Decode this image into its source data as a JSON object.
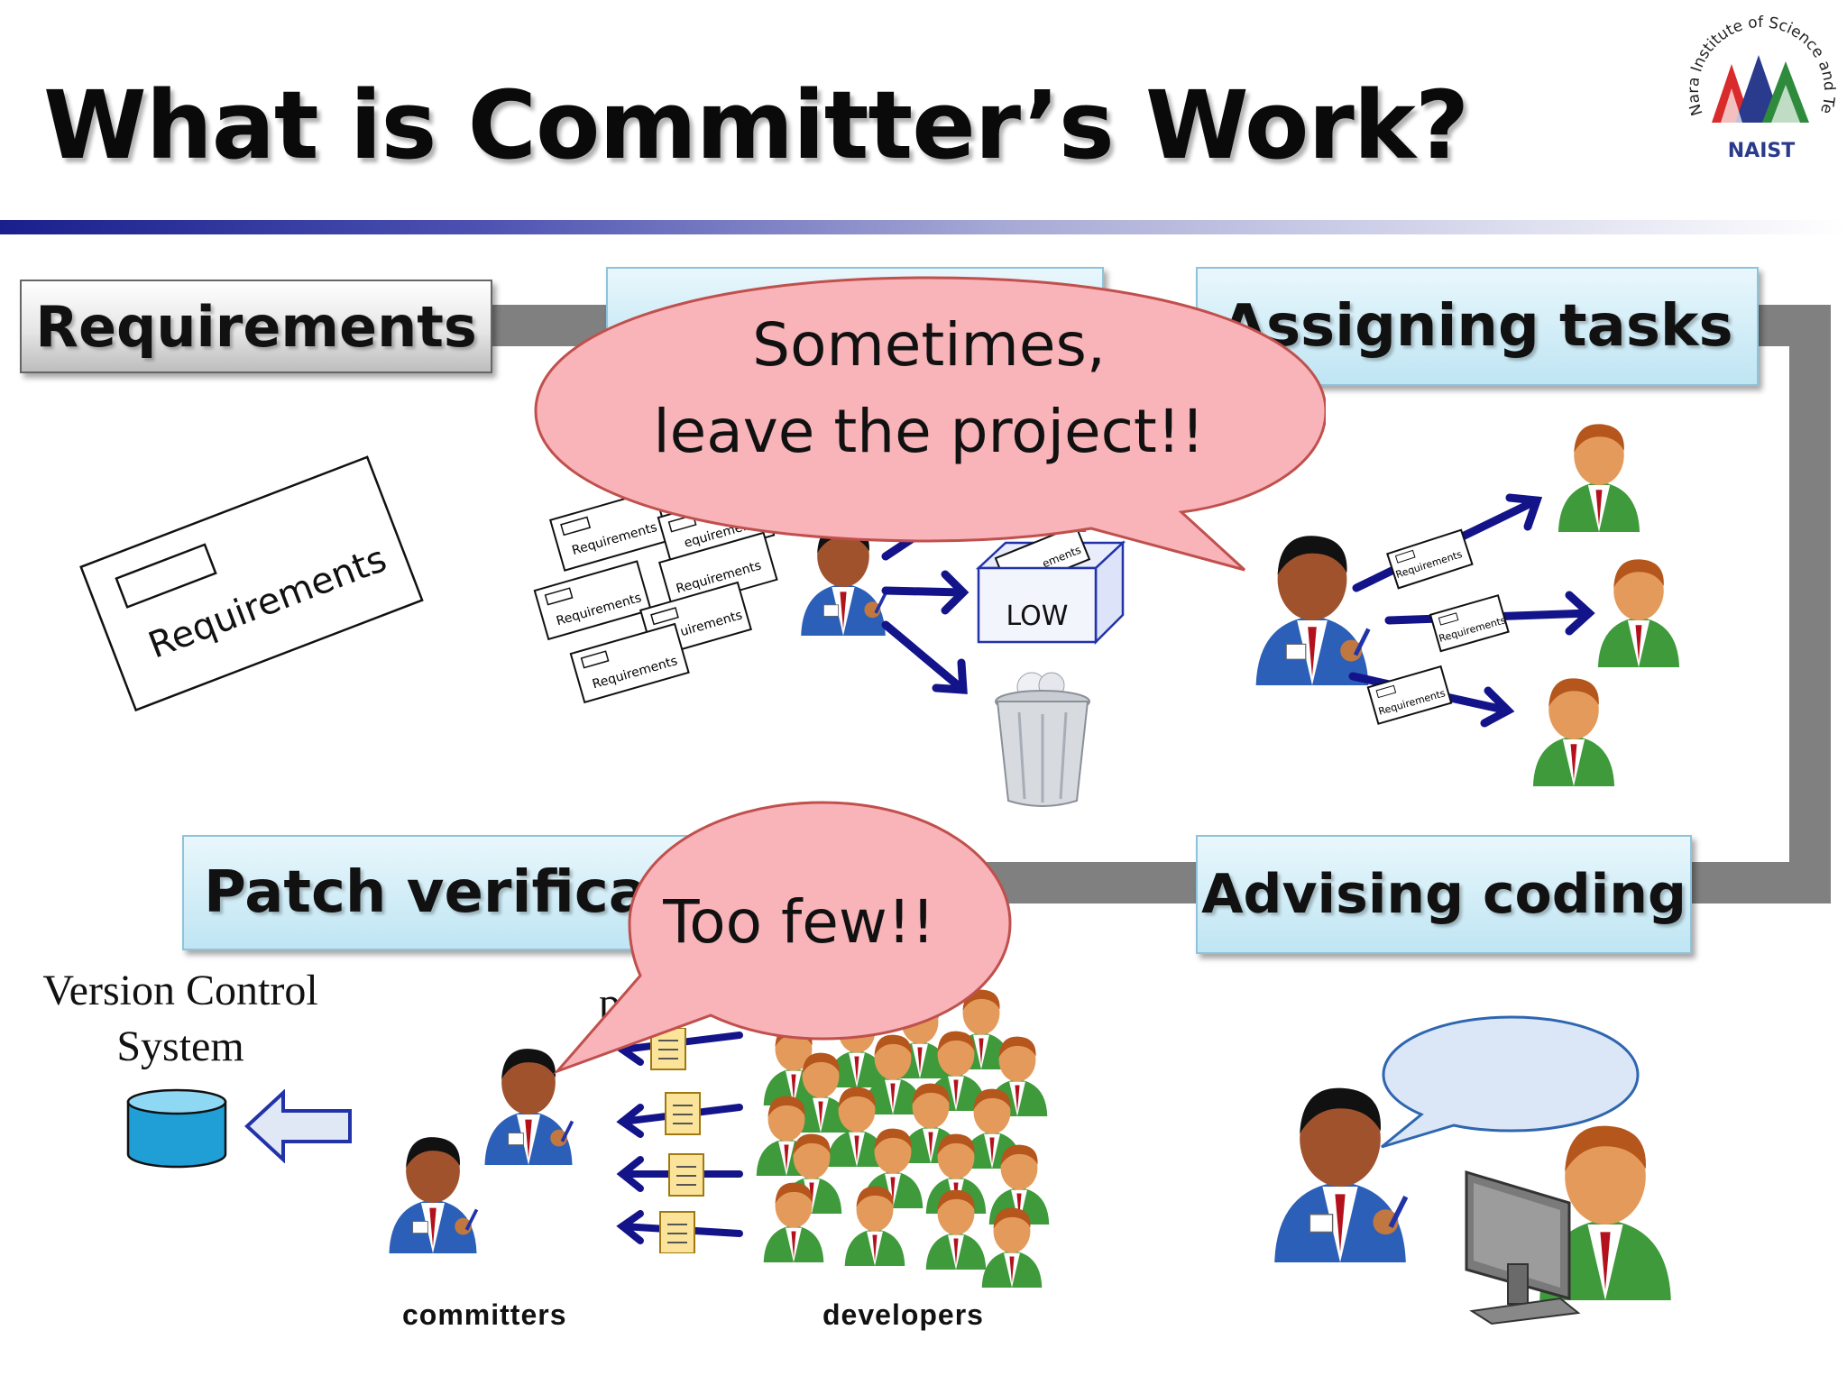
{
  "slide": {
    "title": "What is Committer’s Work?",
    "logo_text": {
      "ring": "Nara Institute of Science and Technology",
      "short": "NAIST"
    }
  },
  "stages": {
    "requirements": "Requirements",
    "assigning": "Assigning tasks",
    "patch": "Patch verifica",
    "advising": "Advising coding"
  },
  "bubbles": {
    "leave_line1": "Sometimes,",
    "leave_line2": "leave the  project!!",
    "too_few": "Too few!!"
  },
  "labels": {
    "version_control_line1": "Version Control",
    "version_control_line2": "System",
    "patch_partial": "p",
    "committers": "committers",
    "developers": "developers",
    "low": "LOW",
    "doc": "Requirements",
    "doc_partial_1": "equirements",
    "doc_partial_2": "uirements",
    "doc_partial_3": "ements"
  },
  "colors": {
    "stage_fill": "#bfe5f3",
    "connector": "#808080",
    "bubble_fill": "#f8b4b8",
    "arrow": "#13138a",
    "title_rule": "#1a1f8c",
    "developer_shirt": "#3e9a3a",
    "committer_shirt": "#2b5fb8"
  }
}
